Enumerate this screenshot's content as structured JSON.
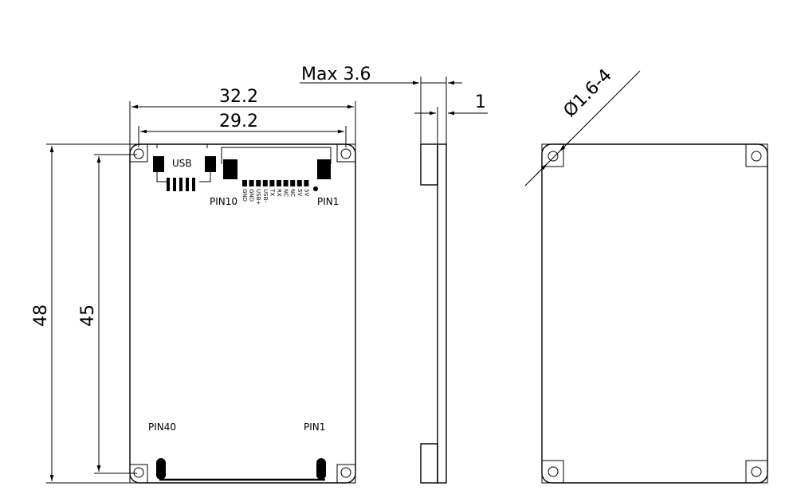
{
  "dimensions": {
    "outer_width": "32.2",
    "inner_width": "29.2",
    "outer_height": "48",
    "inner_height": "45",
    "max_thickness": "Max 3.6",
    "board_thickness": "1",
    "hole_spec": "Ø1.6-4"
  },
  "labels": {
    "usb": "USB",
    "top_pin_left": "PIN10",
    "top_pin_right": "PIN1",
    "bottom_pin_left": "PIN40",
    "bottom_pin_right": "PIN1"
  },
  "pins": [
    "GND",
    "GND",
    "USB+",
    "USB-",
    "TX",
    "RX",
    "NC",
    "NC",
    "5V",
    "5V"
  ]
}
